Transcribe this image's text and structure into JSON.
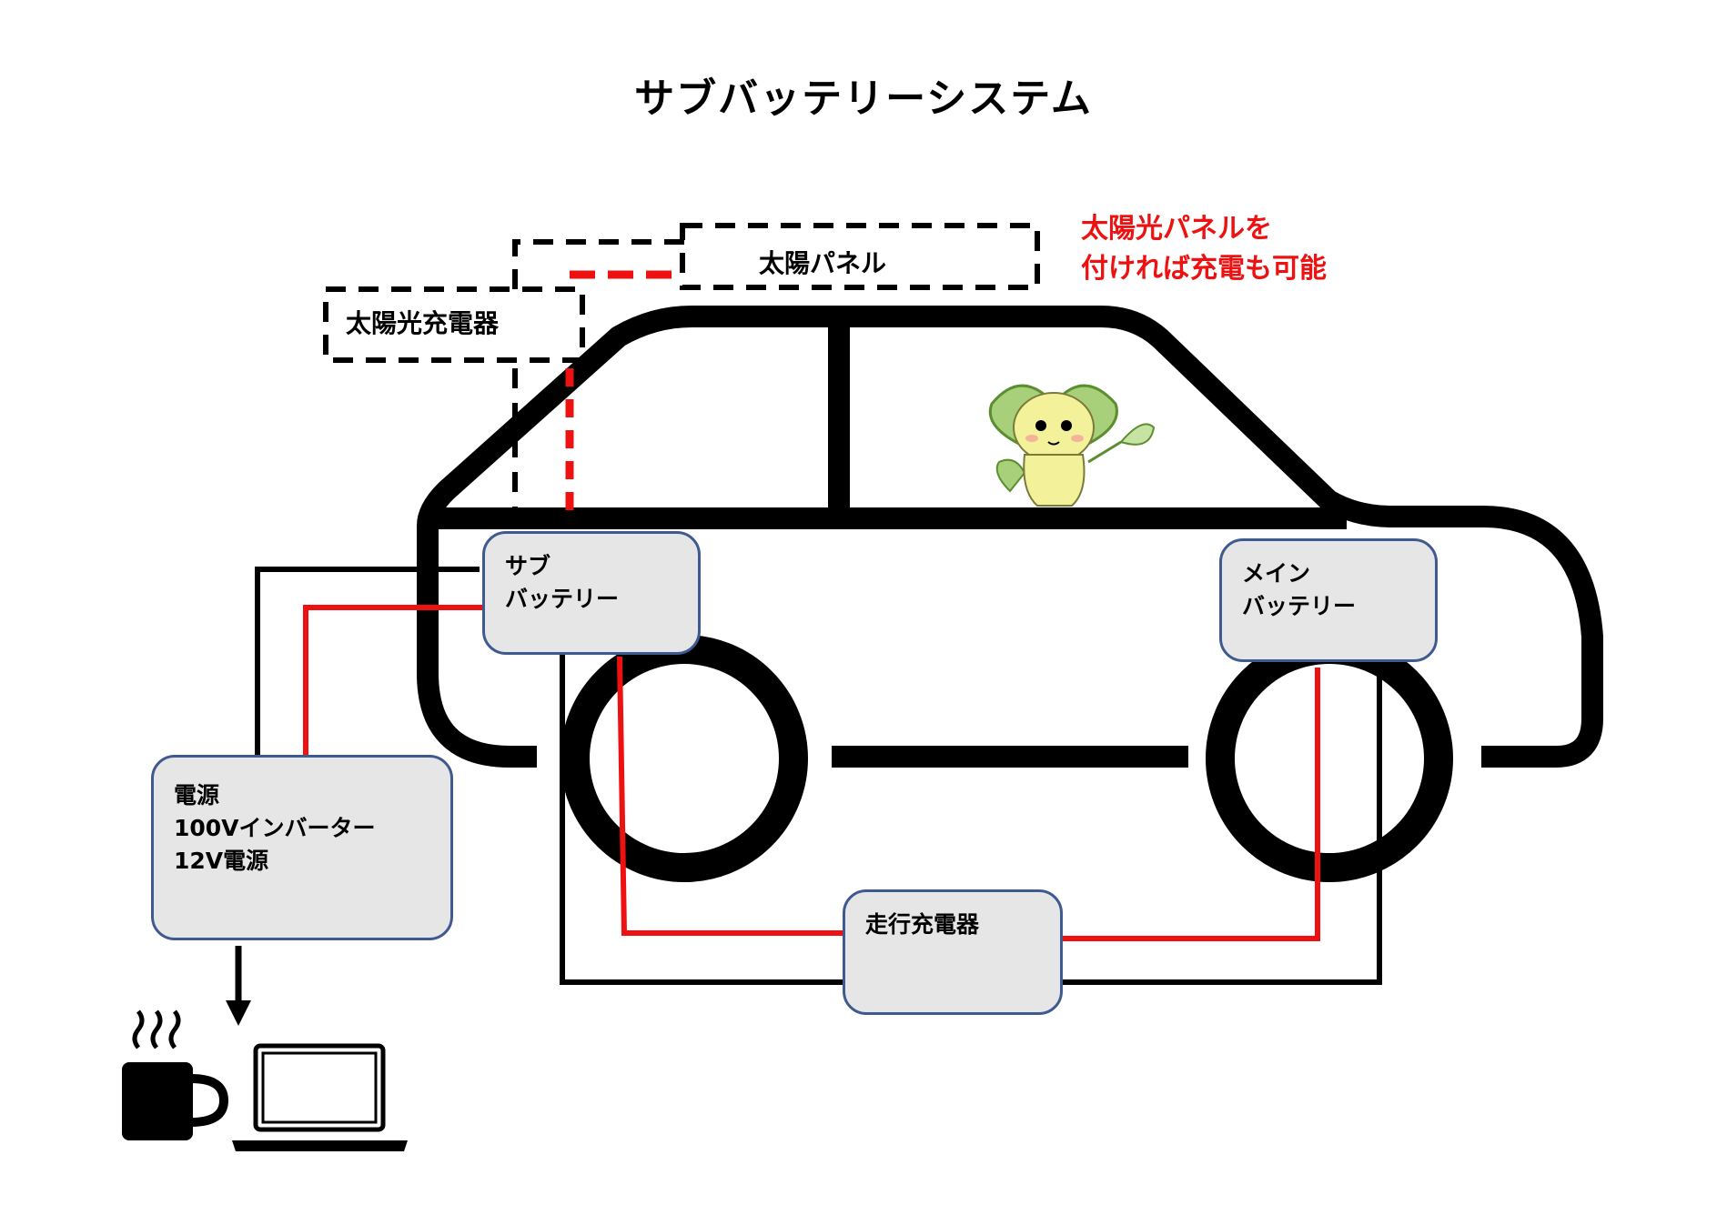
{
  "title": "サブバッテリーシステム",
  "sub_battery": {
    "lines": [
      "サブ",
      "バッテリー"
    ]
  },
  "main_battery": {
    "lines": [
      "メイン",
      "バッテリー"
    ]
  },
  "power_unit": {
    "lines": [
      "電源",
      "100Vインバーター",
      "12V電源"
    ]
  },
  "running_charger": {
    "label": "走行充電器"
  },
  "solar_charger": {
    "label": "太陽光充電器"
  },
  "solar_panel": {
    "label": "太陽パネル"
  },
  "note": {
    "lines": [
      "太陽光パネルを",
      "付ければ充電も可能"
    ]
  },
  "icons": [
    "car-outline-icon",
    "mascot-leaf-character-icon",
    "coffee-mug-icon",
    "laptop-icon",
    "down-arrow-icon"
  ],
  "colors": {
    "wire_red": "#ee1111",
    "wire_black": "#000000",
    "box_border": "#3f5a8f",
    "box_fill": "#e6e6e6",
    "note_text": "#ee1111"
  }
}
